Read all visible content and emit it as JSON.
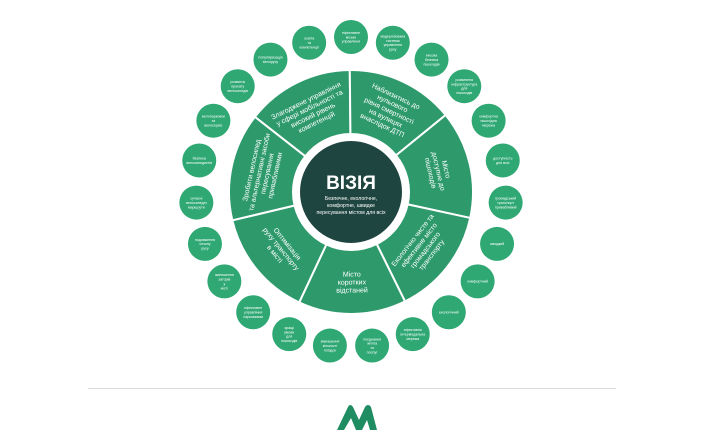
{
  "vision": {
    "title": "ВІЗІЯ",
    "subtitle_lines": [
      "Безпечне, екологічне,",
      "комфортне, швидке",
      "пересування містом для всіх"
    ]
  },
  "segments": [
    {
      "lines": [
        "Злагоджене управління",
        "у сфері мобільності та",
        "високий рівень",
        "компетенцій"
      ]
    },
    {
      "lines": [
        "Наблизитись до",
        "нульового",
        "рівня смертності",
        "на вулицях",
        "внаслідок ДТП"
      ]
    },
    {
      "lines": [
        "Місто",
        "доступне до",
        "пішоходів"
      ]
    },
    {
      "lines": [
        "Екологічно чисте та",
        "ефективне місто",
        "громадського",
        "транспорту"
      ]
    },
    {
      "lines": [
        "Місто",
        "коротких",
        "відстаней"
      ]
    },
    {
      "lines": [
        "Оптимізація",
        "руху транспорту",
        "в місті"
      ]
    },
    {
      "lines": [
        "Зробити велосипед",
        "та альтернативні засоби",
        "пересування",
        "привабливими"
      ]
    }
  ],
  "outer_nodes": [
    {
      "lines": [
        "ефективне",
        "міське",
        "управління"
      ]
    },
    {
      "lines": [
        "модернізована",
        "система",
        "управління",
        "руху"
      ]
    },
    {
      "lines": [
        "висока",
        "безпека",
        "пішоходів"
      ]
    },
    {
      "lines": [
        "розвинена",
        "інфраструктура",
        "для",
        "пішоходів"
      ]
    },
    {
      "lines": [
        "комфортна",
        "пішохідна",
        "мережа"
      ]
    },
    {
      "lines": [
        "доступність",
        "для всіх"
      ]
    },
    {
      "lines": [
        "громадський",
        "транспорт",
        "привабливий"
      ]
    },
    {
      "lines": [
        "швидкий"
      ]
    },
    {
      "lines": [
        "комфортний"
      ]
    },
    {
      "lines": [
        "екологічний"
      ]
    },
    {
      "lines": [
        "ефективна",
        "інтермодальна",
        "мережа"
      ]
    },
    {
      "lines": [
        "поєднання",
        "житла",
        "та",
        "послуг"
      ]
    },
    {
      "lines": [
        "зменшення",
        "кількості",
        "поїздок"
      ]
    },
    {
      "lines": [
        "кращі",
        "умови",
        "для",
        "пішоходів"
      ]
    },
    {
      "lines": [
        "ефективне",
        "управління",
        "парковками"
      ]
    },
    {
      "lines": [
        "зменшення",
        "заторів",
        "у",
        "місті"
      ]
    },
    {
      "lines": [
        "подовження",
        "сезону",
        "руху"
      ]
    },
    {
      "lines": [
        "сучасні",
        "велосипедні",
        "маршрути"
      ]
    },
    {
      "lines": [
        "безпека",
        "велосипедистів"
      ]
    },
    {
      "lines": [
        "велопарковки",
        "та",
        "велосервіс"
      ]
    },
    {
      "lines": [
        "розвиток",
        "прокату",
        "велосипедів"
      ]
    },
    {
      "lines": [
        "популяризація",
        "велоруху"
      ]
    },
    {
      "lines": [
        "освіта",
        "та",
        "компетенції"
      ]
    }
  ],
  "colors": {
    "ring": "#2e9a6c",
    "center": "#1f4540",
    "node": "#2fa874",
    "background": "#ffffff",
    "logo": "#1f8c62",
    "divider": "#d9d9d9"
  },
  "logo_icon": "mobility-logo-icon"
}
